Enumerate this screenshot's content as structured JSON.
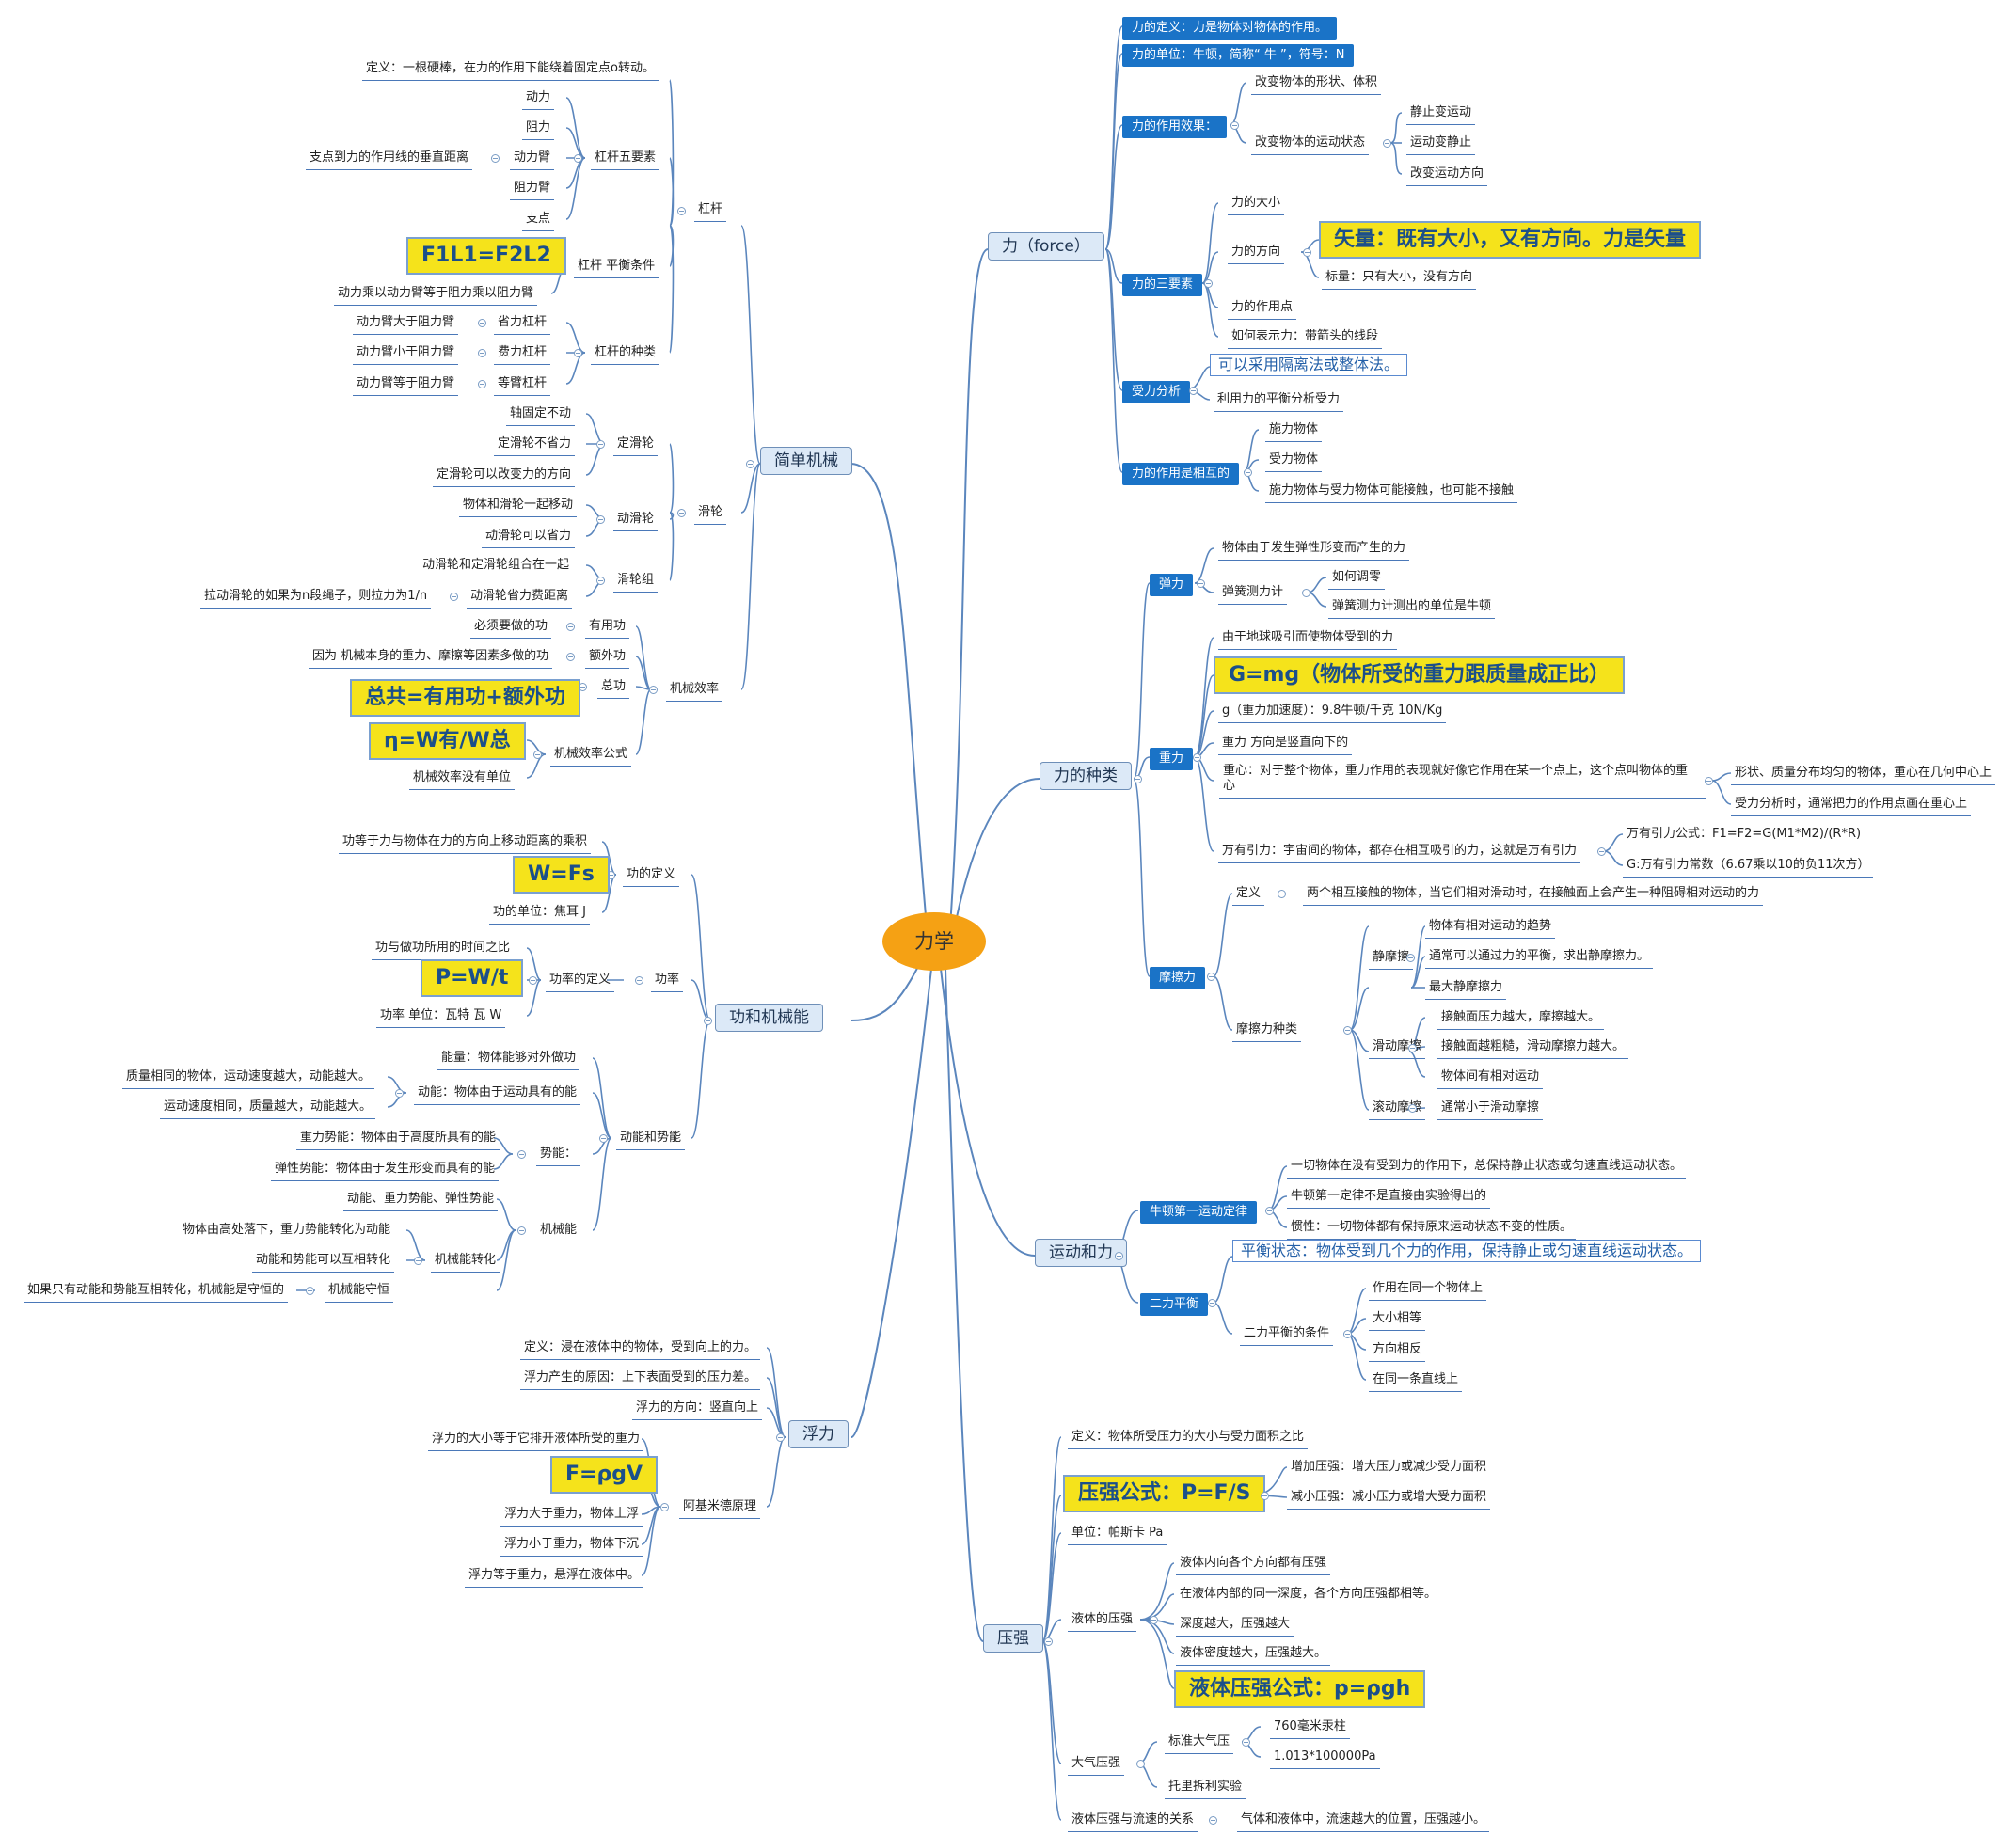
{
  "center": "力学",
  "branches": {
    "force": "力（force）",
    "simple": "简单机械",
    "work": "功和机械能",
    "buoy": "浮力",
    "kinds": "力的种类",
    "motion": "运动和力",
    "press": "压强"
  },
  "force": {
    "def": "力的定义：力是物体对物体的作用。",
    "unit": "力的单位：牛顿，简称“ 牛 ”，符号：N",
    "effect": "力的作用效果：",
    "effect_shape": "改变物体的形状、体积",
    "effect_motion": "改变物体的运动状态",
    "m1": "静止变运动",
    "m2": "运动变静止",
    "m3": "改变运动方向",
    "three": "力的三要素",
    "size": "力的大小",
    "dir": "力的方向",
    "vector": "矢量：既有大小，又有方向。力是矢量",
    "scalar": "标量：只有大小，没有方向",
    "point": "力的作用点",
    "repr": "如何表示力：带箭头的线段",
    "analysis": "受力分析",
    "isolate": "可以采用隔离法或整体法。",
    "balance": "利用力的平衡分析受力",
    "mutual": "力的作用是相互的",
    "mu1": "施力物体",
    "mu2": "受力物体",
    "mu3": "施力物体与受力物体可能接触，也可能不接触"
  },
  "kinds": {
    "elastic": "弹力",
    "el_def": "物体由于发生弹性形变而产生的力",
    "spring": "弹簧测力计",
    "zero": "如何调零",
    "unit": "弹簧测力计测出的单位是牛顿",
    "gravity": "重力",
    "g_def": "由于地球吸引而使物体受到的力",
    "g_formula": "G=mg（物体所受的重力跟质量成正比）",
    "g_accel": "g（重力加速度）：9.8牛顿/千克  10N/Kg",
    "g_dir": "重力 方向是竖直向下的",
    "center_l1": "重心：对于整个物体，重力作用的表现就好像它作用在某一个点上，这个点叫物体的重",
    "center_l2": "心",
    "center_a": "形状、质量分布均匀的物体，重心在几何中心上",
    "center_b": "受力分析时，通常把力的作用点画在重心上",
    "universal": "万有引力：宇宙间的物体，都存在相互吸引的力，这就是万有引力",
    "uni_formula": "万有引力公式：F1=F2=G(M1*M2)/(R*R)",
    "uni_const": "G:万有引力常数（6.67乘以10的负11次方）",
    "friction": "摩擦力",
    "f_def": "定义",
    "f_def_text": "两个相互接触的物体，当它们相对滑动时，在接触面上会产生一种阻碍相对运动的力",
    "f_kinds": "摩擦力种类",
    "static": "静摩擦",
    "s1": "物体有相对运动的趋势",
    "s2": "通常可以通过力的平衡，求出静摩擦力。",
    "s3": "最大静摩擦力",
    "sliding": "滑动摩擦",
    "d1": "接触面压力越大，摩擦越大。",
    "d2": "接触面越粗糙，滑动摩擦力越大。",
    "d3": "物体间有相对运动",
    "rolling": "滚动摩擦",
    "r1": "通常小于滑动摩擦"
  },
  "motion": {
    "newton": "牛顿第一运动定律",
    "n1": "一切物体在没有受到力的作用下，总保持静止状态或匀速直线运动状态。",
    "n2": "牛顿第一定律不是直接由实验得出的",
    "n3": "惯性：一切物体都有保持原来运动状态不变的性质。",
    "two": "二力平衡",
    "eq": "平衡状态：物体受到几个力的作用，保持静止或匀速直线运动状态。",
    "cond": "二力平衡的条件",
    "c1": "作用在同一个物体上",
    "c2": "大小相等",
    "c3": "方向相反",
    "c4": "在同一条直线上"
  },
  "press": {
    "def": "定义：物体所受压力的大小与受力面积之比",
    "formula": "压强公式：P=F/S",
    "inc": "增加压强：增大压力或减少受力面积",
    "dec": "减小压强：减小压力或增大受力面积",
    "unit": "单位：帕斯卡 Pa",
    "liquid": "液体的压强",
    "l1": "液体内向各个方向都有压强",
    "l2": "在液体内部的同一深度，各个方向压强都相等。",
    "l3": "深度越大，压强越大",
    "l4": "液体密度越大，压强越大。",
    "l_formula": "液体压强公式：p=ρgh",
    "atm": "大气压强",
    "std": "标准大气压",
    "std1": "760毫米汞柱",
    "std2": "1.013*100000Pa",
    "torr": "托里拆利实验",
    "flow": "液体压强与流速的关系",
    "flow_text": "气体和液体中，流速越大的位置，压强越小。"
  },
  "simple": {
    "lever": "杠杆",
    "lever_def": "定义：一根硬棒，在力的作用下能绕着固定点o转动。",
    "five": "杠杆五要素",
    "f1": "动力",
    "f2": "阻力",
    "f3": "动力臂",
    "arm_def": "支点到力的作用线的垂直距离",
    "f4": "阻力臂",
    "f5": "支点",
    "cond": "杠杆 平衡条件",
    "cond_formula": "F1L1=F2L2",
    "cond_text": "动力乘以动力臂等于阻力乘以阻力臂",
    "types": "杠杆的种类",
    "t1a": "动力臂大于阻力臂",
    "t1": "省力杠杆",
    "t2a": "动力臂小于阻力臂",
    "t2": "费力杠杆",
    "t3a": "动力臂等于阻力臂",
    "t3": "等臂杠杆",
    "pulley": "滑轮",
    "fixed": "定滑轮",
    "fx1": "轴固定不动",
    "fx2": "定滑轮不省力",
    "fx3": "定滑轮可以改变力的方向",
    "movable": "动滑轮",
    "mv1": "物体和滑轮一起移动",
    "mv2": "动滑轮可以省力",
    "block": "滑轮组",
    "b1": "动滑轮和定滑轮组合在一起",
    "b2": "动滑轮省力费距离",
    "b3": "拉动滑轮的如果为n段绳子，则拉力为1/n",
    "eff": "机械效率",
    "useful": "有用功",
    "useful_t": "必须要做的功",
    "extra": "额外功",
    "extra_t": "因为 机械本身的重力、摩擦等因素多做的功",
    "total": "总功",
    "total_f": "总共=有用功+额外功",
    "eff_formula": "机械效率公式",
    "eff_f": "η=W有/W总",
    "eff_unit": "机械效率没有单位"
  },
  "work": {
    "wdef": "功的定义",
    "wdef_t": "功等于力与物体在力的方向上移动距离的乘积",
    "wdef_f": "W=Fs",
    "wunit": "功的单位：焦耳 J",
    "power": "功率",
    "pdef": "功率的定义",
    "pdef_t": "功与做功所用的时间之比",
    "pdef_f": "P=W/t",
    "punit": "功率 单位：瓦特 瓦  W",
    "energy": "动能和势能",
    "e_def": "能量：物体能够对外做功",
    "kin": "动能：物体由于运动具有的能",
    "k1": "质量相同的物体，运动速度越大，动能越大。",
    "k2": "运动速度相同，质量越大，动能越大。",
    "pot": "势能：",
    "p1": "重力势能：物体由于高度所具有的能",
    "p2": "弹性势能：物体由于发生形变而具有的能",
    "mech": "机械能",
    "mech_t": "动能、重力势能、弹性势能",
    "conv": "机械能转化",
    "cv1": "物体由高处落下，重力势能转化为动能",
    "cv2": "动能和势能可以互相转化",
    "cons": "机械能守恒",
    "cons_t": "如果只有动能和势能互相转化，机械能是守恒的"
  },
  "buoy": {
    "def": "定义：浸在液体中的物体，受到向上的力。",
    "cause": "浮力产生的原因：上下表面受到的压力差。",
    "dir": "浮力的方向：竖直向上",
    "arch": "阿基米德原理",
    "a1": "浮力的大小等于它排开液体所受的重力",
    "a_f": "F=ρgV",
    "a2": "浮力大于重力，物体上浮",
    "a3": "浮力小于重力，物体下沉",
    "a4": "浮力等于重力，悬浮在液体中。"
  },
  "colors": {
    "center": "#f5a114",
    "line": "#5b86bd",
    "node_blue": "#1a73c7",
    "highlight": "#f5e31b"
  }
}
